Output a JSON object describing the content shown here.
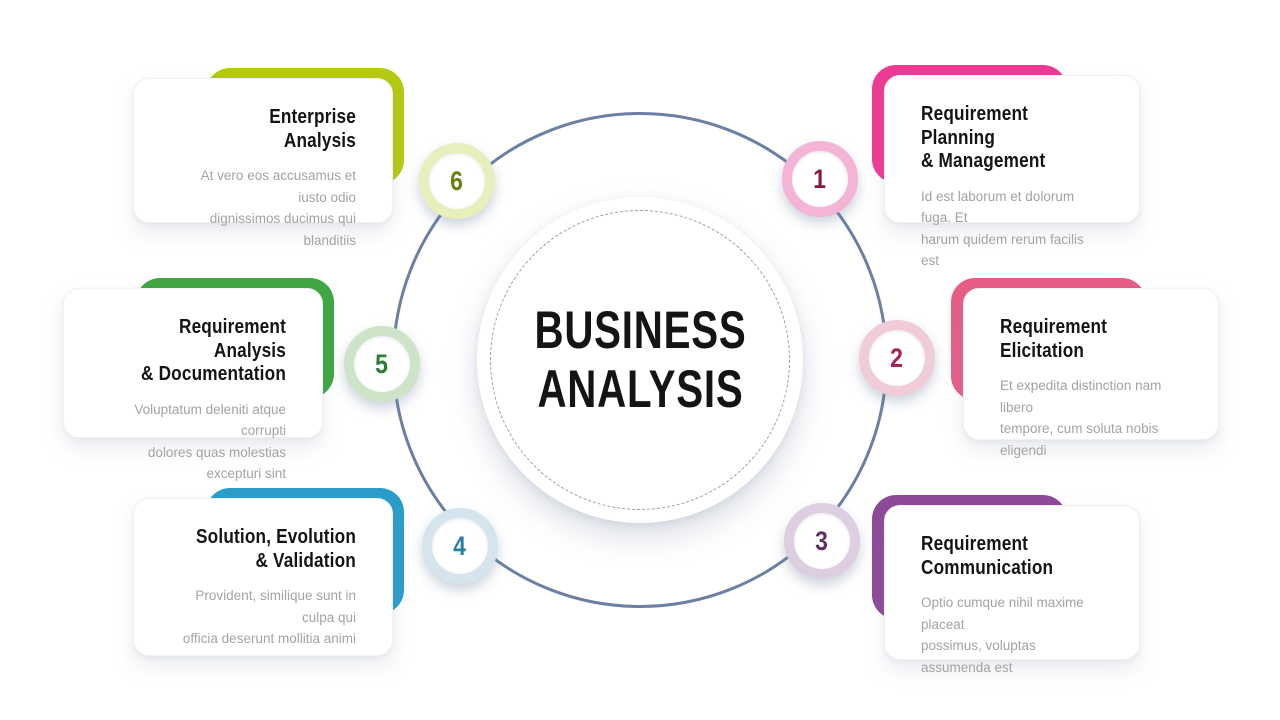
{
  "slide": {
    "title": "BUSINESS\nANALYSIS"
  },
  "items": [
    {
      "number": "1",
      "title": "Requirement Planning\n& Management",
      "body": "Id est laborum et dolorum fuga. Et\nharum quidem rerum facilis est",
      "accent_color": "#ee3a93",
      "ring_color": "#f3b4d6",
      "number_color": "#871843"
    },
    {
      "number": "2",
      "title": "Requirement Elicitation",
      "body": "Et expedita distinction nam libero\ntempore, cum soluta nobis eligendi",
      "accent_color": "#e85d86",
      "ring_color": "#efccd8",
      "number_color": "#aa2058"
    },
    {
      "number": "3",
      "title": "Requirement\nCommunication",
      "body": "Optio cumque nihil maxime placeat\npossimus, voluptas assumenda est",
      "accent_color": "#8d4a97",
      "ring_color": "#ddcfe1",
      "number_color": "#5f3061"
    },
    {
      "number": "4",
      "title": "Solution, Evolution\n& Validation",
      "body": "Provident, similique sunt in culpa qui\nofficia deserunt mollitia animi",
      "accent_color": "#2b9dca",
      "ring_color": "#d6e4ed",
      "number_color": "#2a7fa4"
    },
    {
      "number": "5",
      "title": "Requirement Analysis\n& Documentation",
      "body": "Voluptatum deleniti atque corrupti\ndolores quas molestias excepturi sint",
      "accent_color": "#3fa743",
      "ring_color": "#cde4c9",
      "number_color": "#2d7c33"
    },
    {
      "number": "6",
      "title": "Enterprise Analysis",
      "body": "At vero eos accusamus et iusto odio\ndignissimos ducimus qui blanditiis",
      "accent_color": "#b5ca10",
      "ring_color": "#e8efbc",
      "number_color": "#6d7c14"
    }
  ],
  "colors": {
    "connector_circle": "#6b80a2",
    "dashed_circle": "#8fa0b4",
    "title_text": "#141414",
    "body_text": "#a3a3a3",
    "card_background": "#ffffff"
  }
}
